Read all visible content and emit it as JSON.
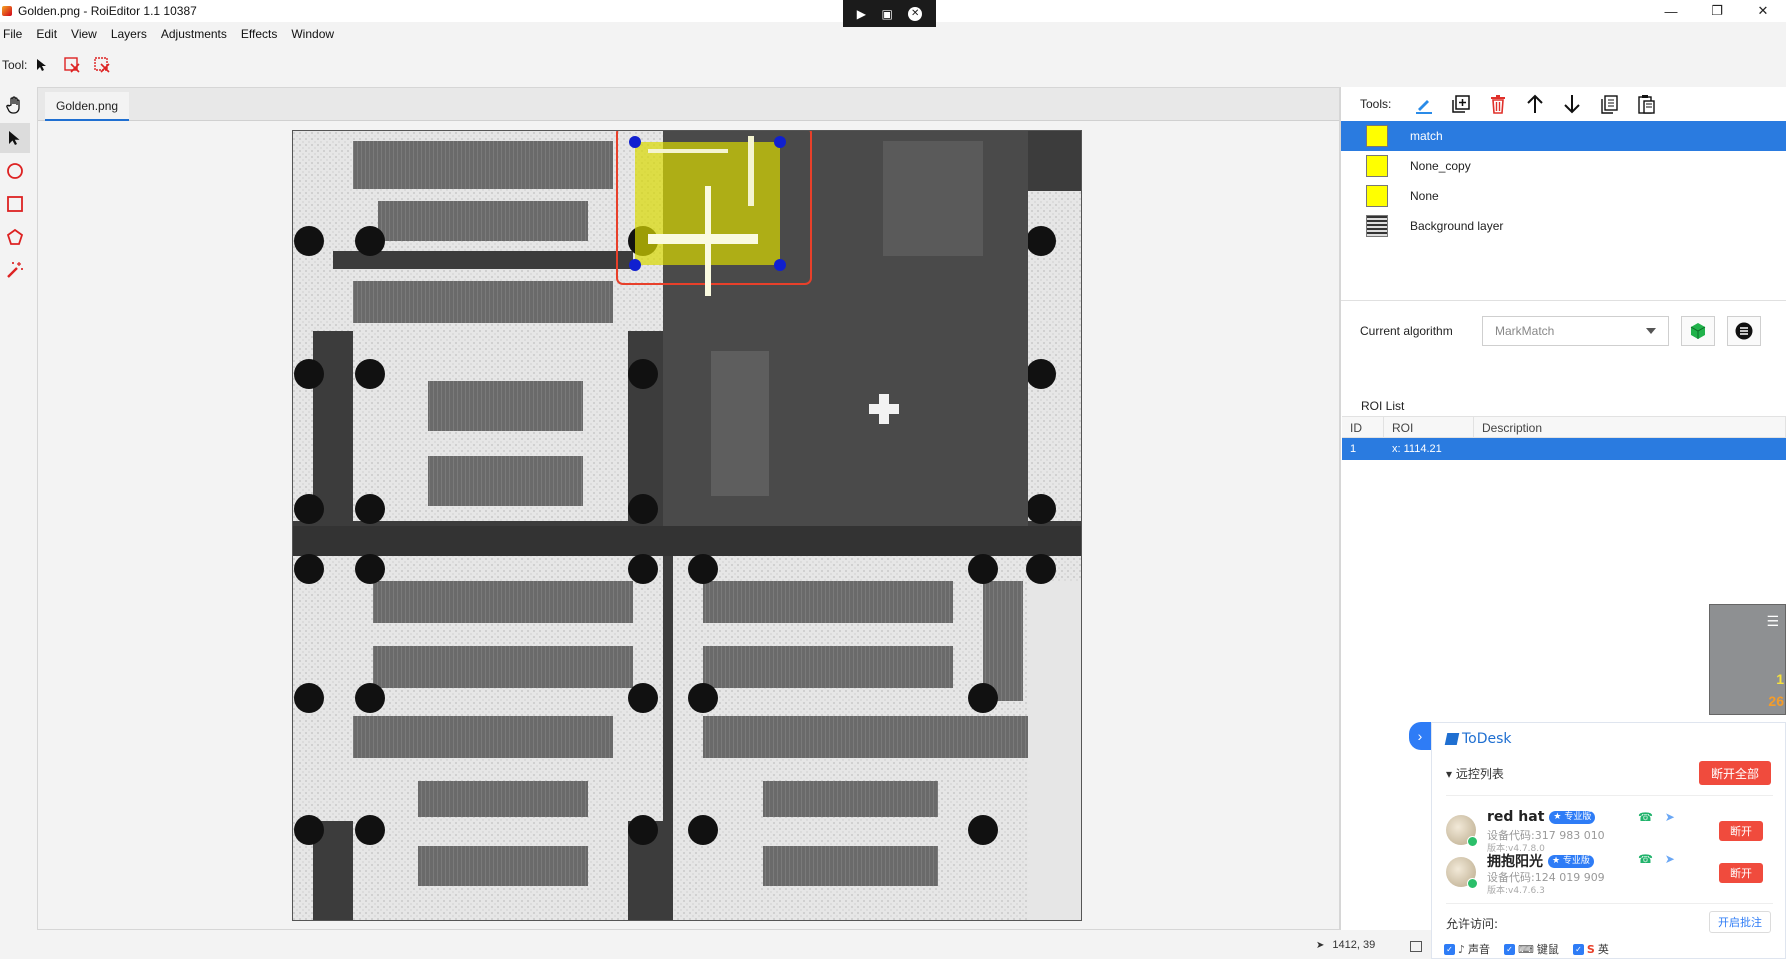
{
  "window": {
    "title": "Golden.png - RoiEditor 1.1 10387",
    "controls": {
      "minimize": "—",
      "restore": "❐",
      "close": "✕"
    }
  },
  "remote_bar": {
    "icons": [
      "cursor-toggle-icon",
      "screen-icon",
      "close-icon"
    ]
  },
  "menu": [
    "File",
    "Edit",
    "View",
    "Layers",
    "Adjustments",
    "Effects",
    "Window"
  ],
  "toolbar": {
    "label": "Tool:"
  },
  "document": {
    "tab": "Golden.png"
  },
  "right_panel": {
    "tools_label": "Tools:",
    "layers": [
      {
        "name": "match",
        "selected": true,
        "swatch": "#ffff00"
      },
      {
        "name": "None_copy",
        "selected": false,
        "swatch": "#ffff00"
      },
      {
        "name": "None",
        "selected": false,
        "swatch": "#ffff00"
      },
      {
        "name": "Background layer",
        "selected": false,
        "swatch": "background"
      }
    ],
    "algorithm": {
      "label": "Current algorithm",
      "value": "MarkMatch"
    },
    "roi_list": {
      "title": "ROI List",
      "columns": [
        "ID",
        "ROI",
        "Description"
      ],
      "rows": [
        {
          "id": "1",
          "roi": "x: 1114.21",
          "description": ""
        }
      ]
    }
  },
  "thumbnail": {
    "value1": "1",
    "value2": "26"
  },
  "todesk": {
    "brand": "ToDesk",
    "list_title": "▾ 远控列表",
    "disconnect_all": "断开全部",
    "devices": [
      {
        "name": "red hat",
        "badge": "★ 专业版",
        "code": "设备代码:317 983 010",
        "version": "版本:v4.7.8.0",
        "disconnect": "断开"
      },
      {
        "name": "拥抱阳光",
        "badge": "★ 专业版",
        "code": "设备代码:124 019 909",
        "version": "版本:v4.7.6.3",
        "disconnect": "断开"
      }
    ],
    "allow_label": "允许访问:",
    "approve_btn": "开启批注",
    "permissions": [
      "声音",
      "键鼠",
      "英"
    ]
  },
  "status": {
    "coords": "1412, 39"
  },
  "colors": {
    "accent": "#2a7be0",
    "roi_yellow": "#ffff00",
    "roi_border": "#e8402a",
    "handle": "#1020d0",
    "danger": "#f04b3d"
  }
}
